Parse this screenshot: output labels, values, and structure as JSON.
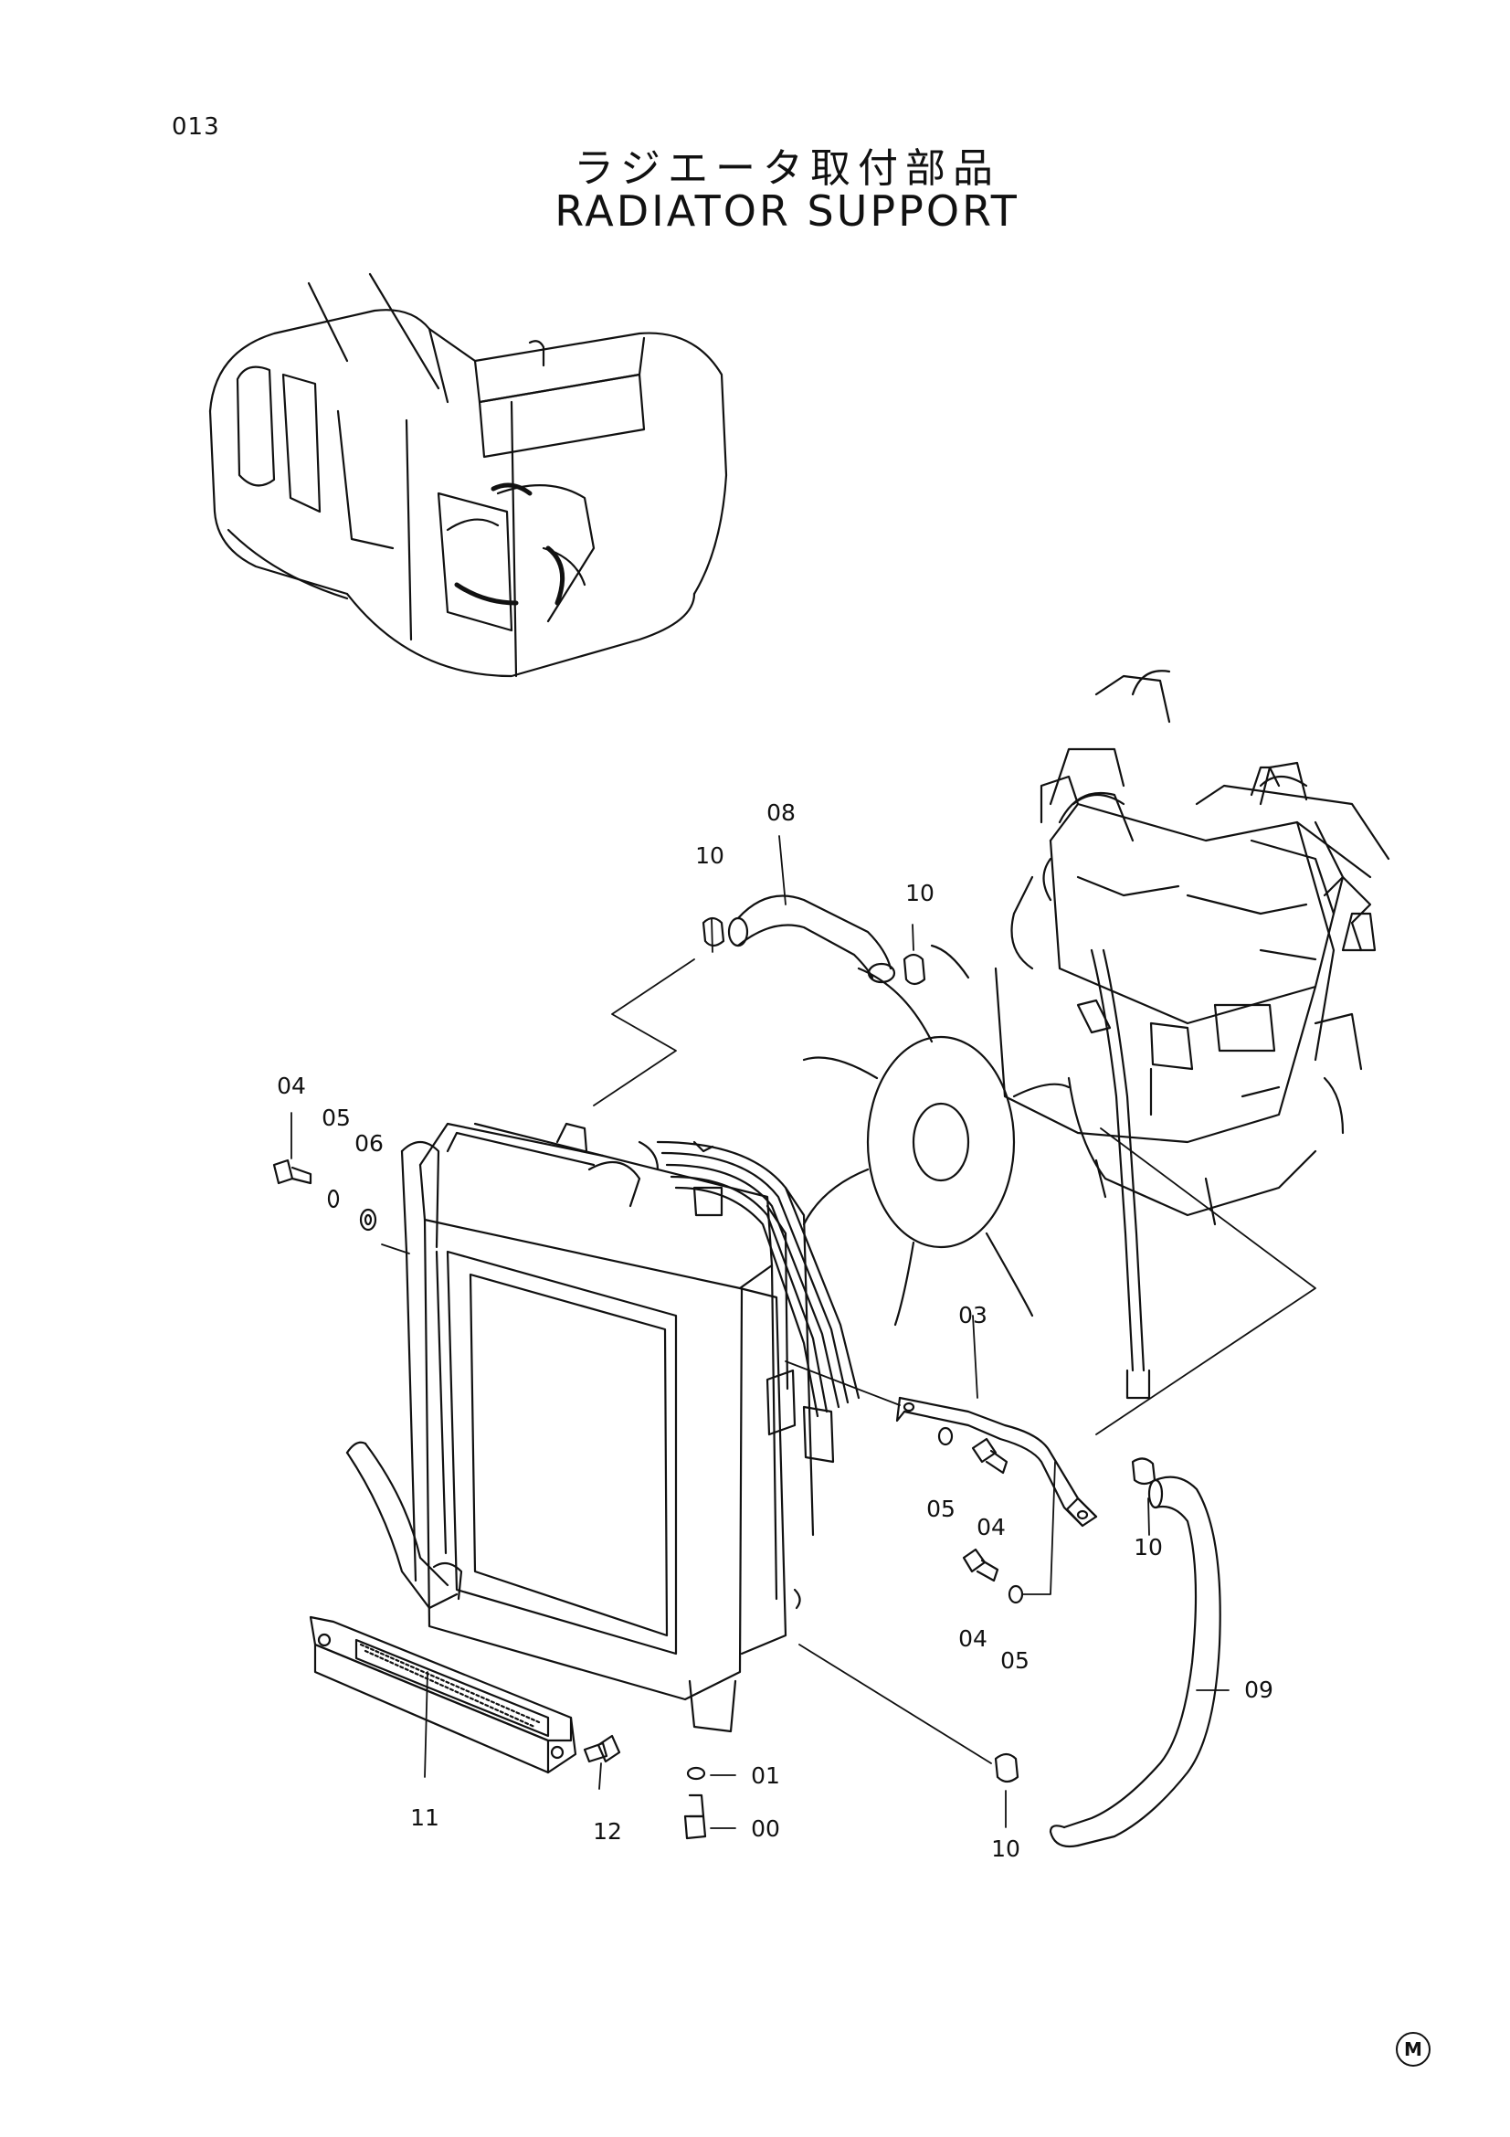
{
  "page": {
    "number": "013",
    "title_jp": "ラジエータ取付部品",
    "title_en": "RADIATOR SUPPORT",
    "corner_mark": "M"
  },
  "parts": {
    "p00": "00",
    "p01": "01",
    "p03": "03",
    "p04a": "04",
    "p04b": "04",
    "p04c": "04",
    "p05a": "05",
    "p05b": "05",
    "p05c": "05",
    "p06": "06",
    "p08": "08",
    "p09": "09",
    "p10a": "10",
    "p10b": "10",
    "p10c": "10",
    "p10d": "10",
    "p11": "11",
    "p12": "12"
  }
}
